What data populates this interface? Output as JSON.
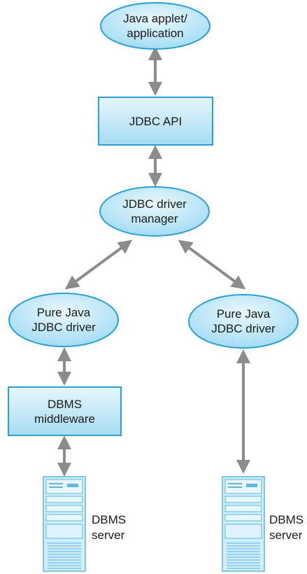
{
  "nodes": {
    "java_app": {
      "lines": [
        "Java applet/",
        "application"
      ]
    },
    "jdbc_api": {
      "lines": [
        "JDBC API"
      ]
    },
    "driver_manager": {
      "lines": [
        "JDBC driver",
        "manager"
      ]
    },
    "driver_left": {
      "lines": [
        "Pure Java",
        "JDBC driver"
      ]
    },
    "driver_right": {
      "lines": [
        "Pure Java",
        "JDBC driver"
      ]
    },
    "middleware": {
      "lines": [
        "DBMS",
        "middleware"
      ]
    },
    "server_left": {
      "lines": [
        "DBMS",
        "server"
      ]
    },
    "server_right": {
      "lines": [
        "DBMS",
        "server"
      ]
    }
  },
  "colors": {
    "ellipse_fill_light": "#eaf8fd",
    "ellipse_fill_dark": "#9edaf3",
    "box_fill_light": "#e6f6fc",
    "box_fill_dark": "#a6dcf2",
    "outline": "#2a9fd8",
    "arrow": "#8c8c8c",
    "server_body": "#cfeefb",
    "server_stroke": "#5fb6df"
  }
}
